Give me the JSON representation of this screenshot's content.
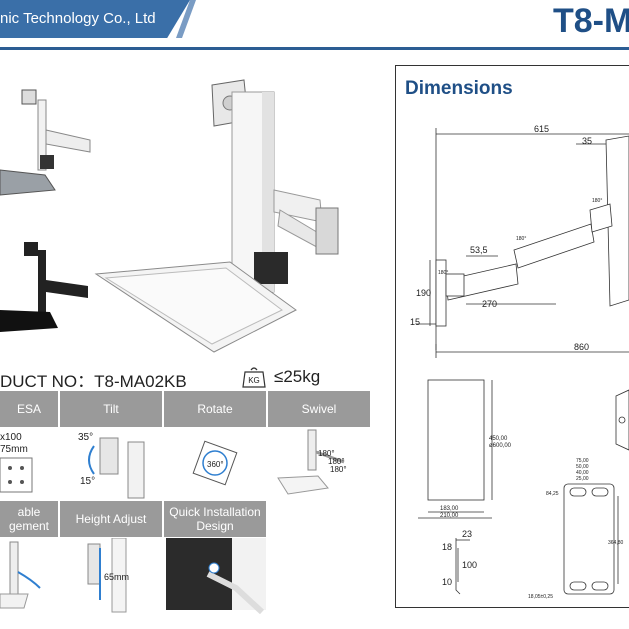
{
  "header": {
    "company": "nic Technology Co., Ltd",
    "model_partial": "T8-M"
  },
  "product": {
    "product_no": "DUCT NO：T8-MA02KB",
    "weight_badge": "KG",
    "weight_limit": "≤25kg"
  },
  "features_row1": [
    "ESA",
    "Tilt",
    "Rotate",
    "Swivel"
  ],
  "features_row2": [
    "able\ngement",
    "Height Adjust",
    "Quick Installation\nDesign"
  ],
  "feature_notes": {
    "vesa_1": "x100",
    "vesa_2": "75mm",
    "tilt_up": "35°",
    "tilt_down": "15°",
    "rotate": "360°",
    "swivel_1": "180°",
    "swivel_2": "180°",
    "swivel_3": "180°",
    "height": "65mm"
  },
  "dimensions": {
    "title": "Dimensions",
    "labels": {
      "d615": "615",
      "d35": "35",
      "d535": "53,5",
      "d190": "190",
      "d270": "270",
      "d15": "15",
      "d860": "860",
      "a180a": "180°",
      "a180b": "180°",
      "a180c": "180°",
      "d45000": "450,00",
      "d60000": "ø600,00",
      "d18300": "183,00",
      "d21000": "210,00",
      "d7500": "75,00",
      "d5000": "50,00",
      "d4000": "40,00",
      "d2500": "25,00",
      "d8425": "84,25",
      "d36480": "364,80",
      "d18_05": "18,05±0,25",
      "d23": "23",
      "d18": "18",
      "d100": "100",
      "d10": "10"
    }
  }
}
